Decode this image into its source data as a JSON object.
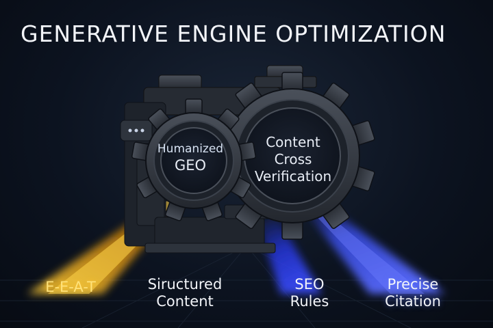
{
  "title": "GENERATIVE ENGINE OPTIMIZATION",
  "gears": {
    "small": {
      "line1": "Humanized",
      "line2": "GEO"
    },
    "large": {
      "line1": "Content",
      "line2": "Cross",
      "line3": "Verification"
    }
  },
  "outputs": [
    {
      "lines": [
        "E-E-A-T"
      ]
    },
    {
      "lines": [
        "Siructured",
        "Content"
      ]
    },
    {
      "lines": [
        "SEO",
        "Rules"
      ]
    },
    {
      "lines": [
        "Precise",
        "Citation"
      ]
    }
  ],
  "colors": {
    "background": "#0c1320",
    "beam_gold": "#ffb400",
    "beam_blue": "#3a4dff",
    "gear_metal": "#2c313a",
    "text": "#f2f4f8"
  }
}
